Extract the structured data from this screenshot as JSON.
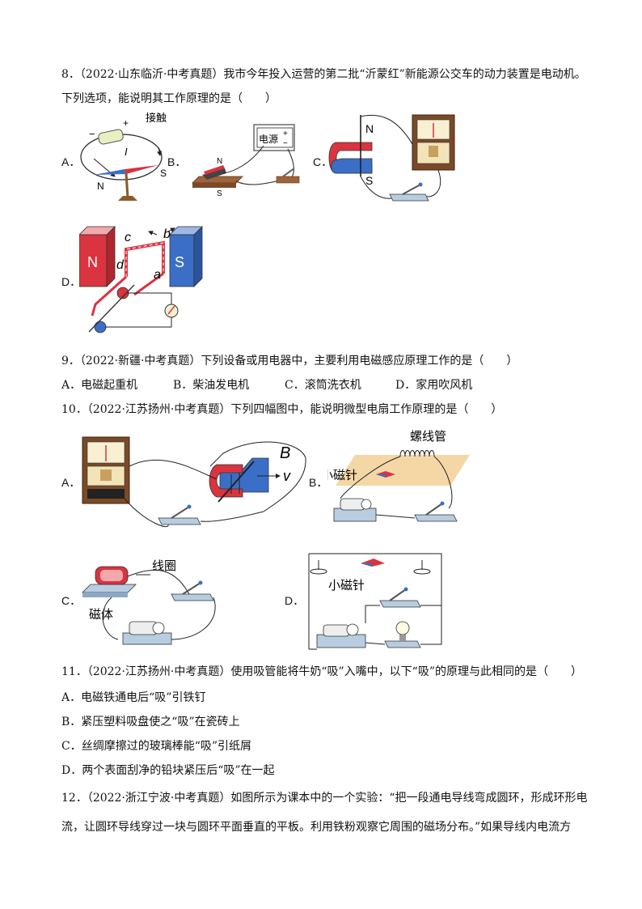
{
  "questions": {
    "q8": {
      "line1": "8．（2022·山东临沂·中考真题）我市今年投入运营的第二批“沂蒙红”新能源公交车的动力装置是电动机。",
      "line2": "下列选项，能说明其工作原理的是（　　）",
      "labels": {
        "A": "A．",
        "B": "B．",
        "C": "C．",
        "D": "D．"
      },
      "figA": {
        "touch": "接触",
        "plus": "+",
        "minus": "−",
        "current": "I",
        "N": "N",
        "S": "S"
      },
      "figB": {
        "power": "电源",
        "plus": "+",
        "minus": "−",
        "N": "N",
        "S": "S"
      },
      "figC": {
        "N": "N",
        "S": "S"
      },
      "figD": {
        "N": "N",
        "S": "S",
        "a": "a",
        "b": "b",
        "c": "c",
        "d": "d"
      }
    },
    "q9": {
      "stem": "9．（2022·新疆·中考真题）下列设备或用电器中，主要利用电磁感应原理工作的是（　　）",
      "options": [
        {
          "label": "A．",
          "text": "电磁起重机"
        },
        {
          "label": "B．",
          "text": "柴油发电机"
        },
        {
          "label": "C．",
          "text": "滚筒洗衣机"
        },
        {
          "label": "D．",
          "text": "家用吹风机"
        }
      ]
    },
    "q10": {
      "stem": "10．（2022·江苏扬州·中考真题）下列四幅图中，能说明微型电扇工作原理的是（　　）",
      "labels": {
        "A": "A．",
        "B": "B．",
        "C": "C．",
        "D": "D．"
      },
      "figA": {
        "B": "B",
        "v": "v"
      },
      "figB": {
        "solenoid": "螺线管",
        "needle": "小磁针"
      },
      "figC": {
        "coil": "线圈",
        "magnet": "磁体"
      },
      "figD": {
        "needle": "小磁针"
      }
    },
    "q11": {
      "stem": "11．（2022·江苏扬州·中考真题）使用吸管能将牛奶“吸”入嘴中，以下“吸”的原理与此相同的是（　　）",
      "options": [
        {
          "label": "A．",
          "text": "电磁铁通电后“吸”引铁钉"
        },
        {
          "label": "B．",
          "text": "紧压塑料吸盘使之“吸”在瓷砖上"
        },
        {
          "label": "C．",
          "text": "丝绸摩擦过的玻璃棒能“吸”引纸屑"
        },
        {
          "label": "D．",
          "text": "两个表面刮净的铅块紧压后“吸”在一起"
        }
      ]
    },
    "q12": {
      "line1": "12．（2022·浙江宁波·中考真题）如图所示为课本中的一个实验：“把一段通电导线弯成圆环，形成环形电",
      "line2": "流，让圆环导线穿过一块与圆环平面垂直的平板。利用铁粉观察它周围的磁场分布。”如果导线内电流方"
    }
  },
  "colors": {
    "magnet_red": "#d9343f",
    "magnet_blue": "#3b6fc7",
    "board_brown": "#a0633a",
    "base_blue": "#b8cde0",
    "plate_tan": "#f5d7a6"
  }
}
